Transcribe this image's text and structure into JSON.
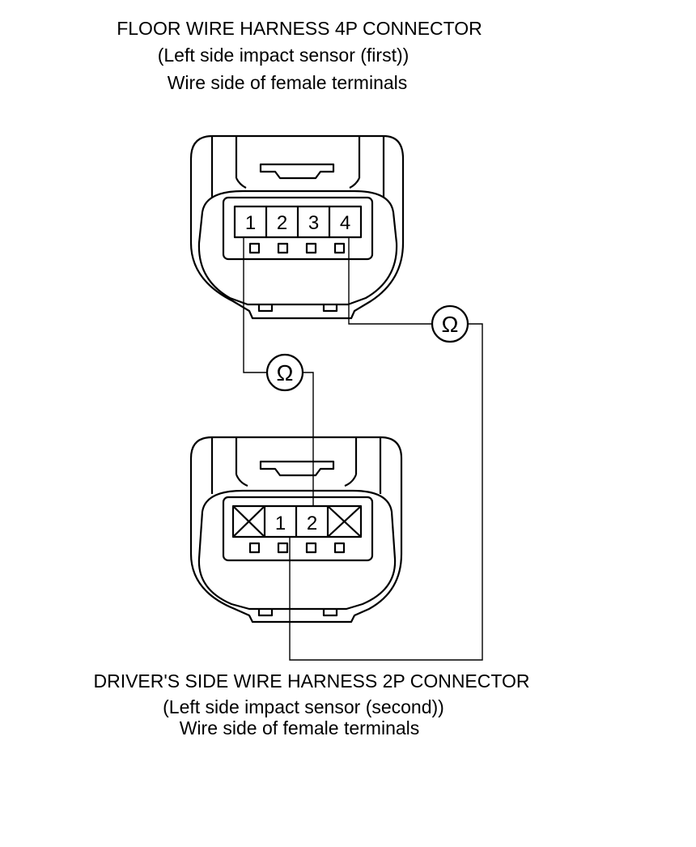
{
  "top_connector": {
    "title": "FLOOR WIRE HARNESS 4P CONNECTOR",
    "subtitle": "(Left side impact sensor (first))",
    "view_note": "Wire side of female terminals",
    "terminals": [
      "1",
      "2",
      "3",
      "4"
    ]
  },
  "bottom_connector": {
    "title": "DRIVER'S SIDE WIRE HARNESS 2P CONNECTOR",
    "subtitle": "(Left side impact sensor (second))",
    "view_note": "Wire side of female terminals",
    "terminals": [
      "1",
      "2"
    ]
  },
  "meters": [
    {
      "symbol": "Ω"
    },
    {
      "symbol": "Ω"
    }
  ]
}
